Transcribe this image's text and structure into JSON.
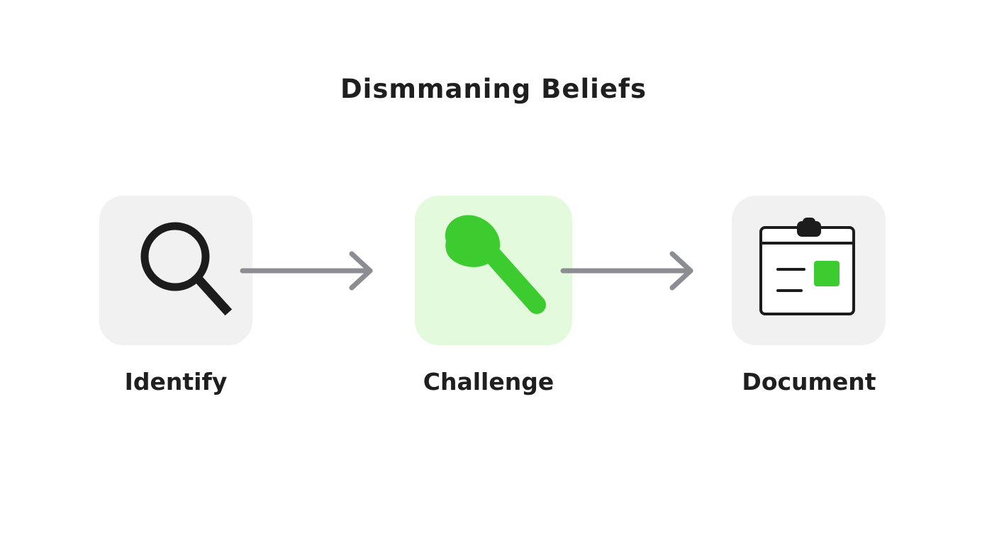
{
  "diagram": {
    "title": "Dismmaning Beliefs",
    "steps": [
      {
        "label": "Identify",
        "icon": "magnifying-glass-icon",
        "tile_color": "#f1f1f1",
        "icon_color": "#1c1c1c"
      },
      {
        "label": "Challenge",
        "icon": "green-tool-icon",
        "tile_color": "#e3fbdc",
        "icon_color": "#3ccc2f"
      },
      {
        "label": "Document",
        "icon": "clipboard-document-icon",
        "tile_color": "#f1f1f1",
        "icon_color": "#1c1c1c",
        "accent_color": "#3ccc2f"
      }
    ],
    "arrow_color": "#8c8c93"
  }
}
